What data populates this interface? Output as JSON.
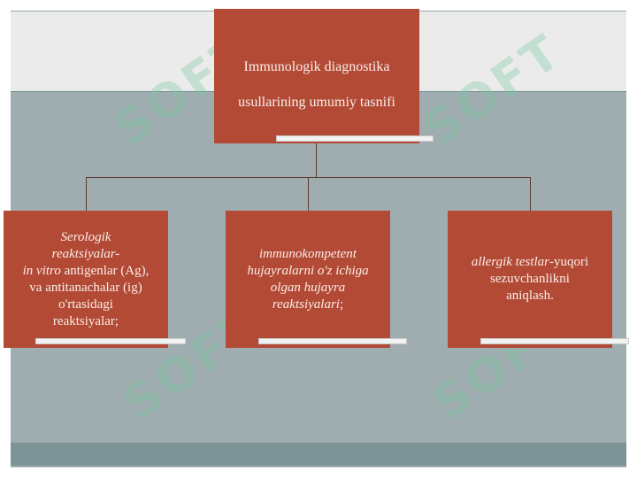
{
  "diagram": {
    "root": {
      "line1": "Immunologik diagnostika",
      "line2": "usullarining umumiy tasnifi"
    },
    "branch_1": {
      "l1": "Serologik",
      "l2": "reaktsiyalar-",
      "l3_italic": "in vitro",
      "l3_rest": " antigenlar (Ag),",
      "l4": "va antitanachalar (ig)",
      "l5": "o'rtasidagi",
      "l6": "reaktsiyalar;"
    },
    "branch_2": {
      "l1": "immunokompetent",
      "l2": "hujayralarni o'z ichiga",
      "l3": "olgan hujayra",
      "l4_italic": "reaktsiyalari",
      "l4_rest": ";"
    },
    "branch_3": {
      "l1_italic": "allergik testlar",
      "l1_rest": "-yuqori",
      "l2": "sezuvchanlikni",
      "l3": "aniqlash."
    }
  },
  "watermark": {
    "text": "SOFT",
    "icon": "soft-logo-icon"
  },
  "colors": {
    "box": "#b24a36",
    "background": "#a0adb0",
    "top_band": "#ebebeb"
  }
}
